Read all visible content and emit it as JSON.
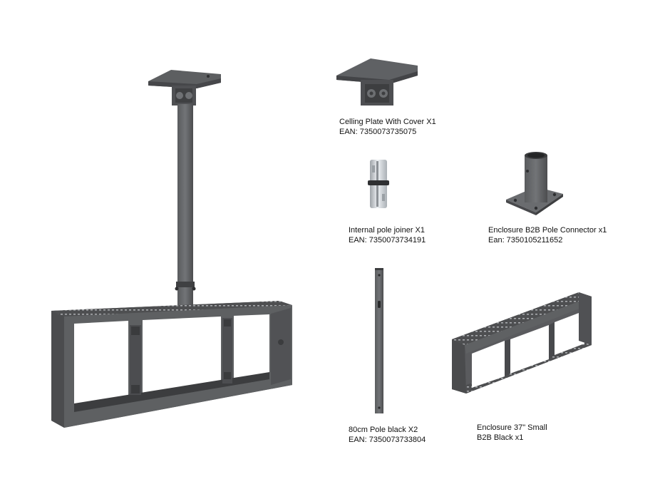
{
  "colors": {
    "metal_dark": "#4a4b4d",
    "metal_mid": "#5f6163",
    "metal_light": "#76787b",
    "metal_highlight": "#8e9093",
    "chrome": "#c9cdd1",
    "caption_text": "#111111",
    "background": "#ffffff"
  },
  "parts": [
    {
      "id": "ceiling-plate",
      "icon": "ceiling-plate-icon",
      "name": "Celling Plate With Cover X1",
      "ean": "EAN: 7350073735075"
    },
    {
      "id": "internal-pole-joiner",
      "icon": "pole-joiner-icon",
      "name": "Internal pole joiner X1",
      "ean": "EAN: 7350073734191"
    },
    {
      "id": "b2b-pole-connector",
      "icon": "pole-connector-icon",
      "name": "Enclosure B2B Pole Connector x1",
      "ean": "Ean: 7350105211652"
    },
    {
      "id": "pole-80cm",
      "icon": "pole-icon",
      "name": "80cm Pole black X2",
      "ean": "EAN:  7350073733804"
    },
    {
      "id": "enclosure-37",
      "icon": "enclosure-icon",
      "name": "Enclosure 37\"  Small",
      "ean": "B2B Black x1"
    }
  ]
}
